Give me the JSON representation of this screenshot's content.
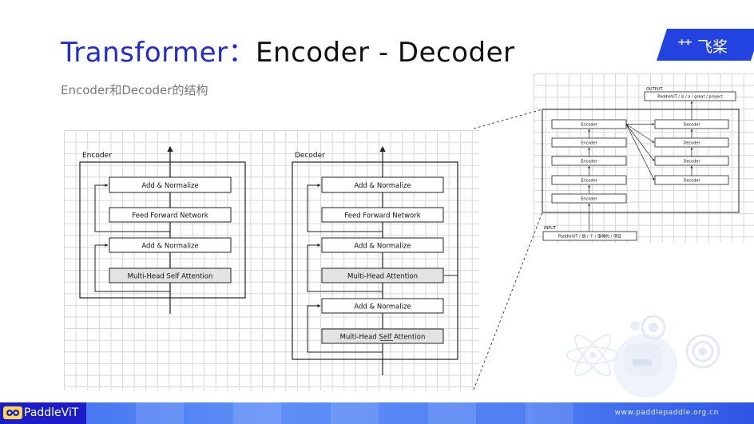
{
  "title_accent": "Transformer：",
  "title_rest": "Encoder - Decoder",
  "subtitle": "Encoder和Decoder的结构",
  "logo_text": "飞桨",
  "encoder": {
    "label": "Encoder",
    "blocks": [
      "Add & Normalize",
      "Feed Forward Network",
      "Add & Normalize",
      "Multi-Head Self Attention"
    ]
  },
  "decoder": {
    "label": "Decoder",
    "blocks": [
      "Add & Normalize",
      "Feed Forward Network",
      "Add & Normalize",
      "Multi-Head Attention",
      "Add & Normalize",
      "Multi-Head Self Attention"
    ]
  },
  "stack": {
    "output_label": "OUTPUT",
    "output_text": "PaddleViT / is / a / great / project",
    "input_label": "INPUT",
    "input_text": "PaddleViT / 是 / 个 / 很棒的 / 项目",
    "encoders": [
      "Encoder",
      "Encoder",
      "Encoder",
      "Encoder",
      "Encoder"
    ],
    "decoders": [
      "Decoder",
      "Decoder",
      "Decoder",
      "Decoder"
    ]
  },
  "footer": {
    "brand": "PaddleViT",
    "url": "www.paddlepaddle.org.cn"
  },
  "colors": {
    "accent": "#1f2bd6",
    "footer_blue": "#1c1cc8",
    "logo_blue": "#2343e0",
    "gray_block": "#e3e3e3"
  }
}
